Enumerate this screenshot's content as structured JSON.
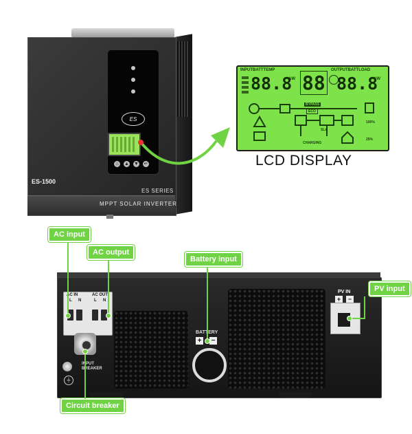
{
  "front_unit": {
    "model": "ES-1500",
    "series": "ES SERIES",
    "description": "MPPT SOLAR INVERTER",
    "logo": "ES"
  },
  "lcd": {
    "caption": "LCD DISPLAY",
    "input_header": "INPUTBATTTEMP",
    "output_header": "OUTPUTBATTLOAD",
    "left_digits": "88.8",
    "center_digits": "88",
    "right_digits": "88.8",
    "units_left": "kW",
    "units_right": "kW",
    "bypass": "BYPASS",
    "eco": "ECO",
    "sla": "SLA",
    "charging": "CHARGING",
    "pct_100": "100%",
    "pct_25": "25%",
    "color": "#7ee24a"
  },
  "rear_unit": {
    "ac_in_label": "AC IN",
    "ac_out_label": "AC OUT",
    "l_label": "L",
    "n_label": "N",
    "pv_in_label": "PV IN",
    "battery_label": "BATTERY",
    "plus": "+",
    "minus": "−",
    "input_breaker_label": "INPUT BREAKER"
  },
  "callouts": {
    "ac_input": "AC input",
    "ac_output": "AC output",
    "battery_input": "Battery input",
    "pv_input": "PV input",
    "circuit_breaker": "Circuit breaker"
  },
  "icons": [
    "led-indicator-icon",
    "arrow-icon",
    "ground-icon"
  ],
  "accent_color": "#6fd343"
}
